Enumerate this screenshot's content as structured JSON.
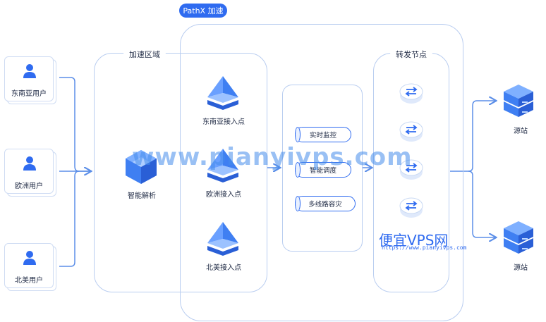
{
  "top_tag": "PathX 加速",
  "users": [
    {
      "label": "东南亚用户"
    },
    {
      "label": "欧洲用户"
    },
    {
      "label": "北美用户"
    }
  ],
  "accel_zone": {
    "title": "加速区域",
    "dns_label": "智能解析"
  },
  "access_points": [
    {
      "label": "东南亚接入点"
    },
    {
      "label": "欧洲接入点"
    },
    {
      "label": "北美接入点"
    }
  ],
  "features": [
    {
      "label": "实时监控"
    },
    {
      "label": "智能调度"
    },
    {
      "label": "多线路容灾"
    }
  ],
  "forward_nodes": {
    "title": "转发节点"
  },
  "origins": [
    {
      "label": "源站"
    },
    {
      "label": "源站"
    }
  ],
  "watermark": "www.pianyivps.com",
  "brand": {
    "name": "便宜VPS网",
    "url": "https://www.pianyivps.com"
  },
  "colors": {
    "accent": "#2f6bf0",
    "line": "#5b8ee8",
    "border": "#b9cdf0"
  }
}
